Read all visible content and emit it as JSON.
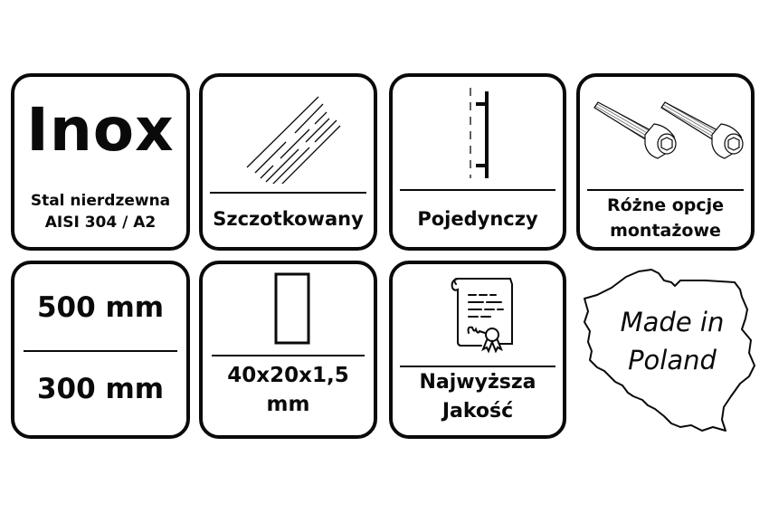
{
  "tiles": {
    "material": {
      "title": "Inox",
      "line1": "Stal nierdzewna",
      "line2": "AISI 304 / A2"
    },
    "finish": {
      "icon": "brushed-surface-icon",
      "label": "Szczotkowany"
    },
    "type": {
      "icon": "single-handle-icon",
      "label": "Pojedynczy"
    },
    "mounting": {
      "icon": "screws-icon",
      "line1": "Różne opcje",
      "line2": "montażowe"
    },
    "dimensions": {
      "length": "500 mm",
      "spacing": "300 mm"
    },
    "profile": {
      "icon": "rectangle-profile-icon",
      "line1": "40x20x1,5",
      "line2": "mm"
    },
    "quality": {
      "icon": "certificate-icon",
      "line1": "Najwyższa",
      "line2": "Jakość"
    },
    "origin": {
      "icon": "poland-map-icon",
      "line1": "Made in",
      "line2": "Poland"
    }
  },
  "colors": {
    "stroke": "#0a0a0a",
    "background": "#ffffff"
  }
}
